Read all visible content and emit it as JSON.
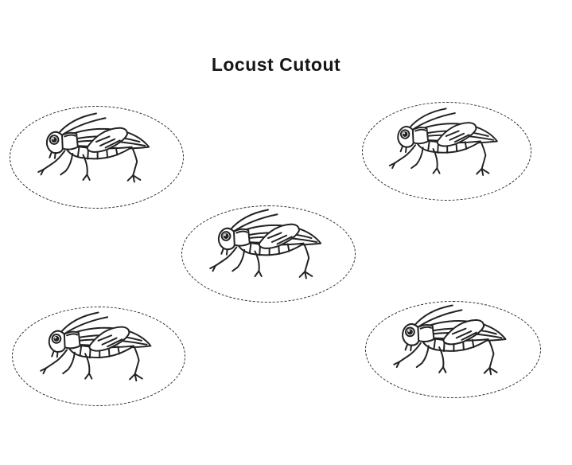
{
  "page": {
    "title": "Locust Cutout"
  },
  "colors": {
    "ink": "#222222",
    "paper": "#ffffff",
    "dashed_outline": "#2b2b2b"
  },
  "cutouts": {
    "count": 5,
    "icon": "locust-icon",
    "shape": "dashed-ellipse"
  }
}
